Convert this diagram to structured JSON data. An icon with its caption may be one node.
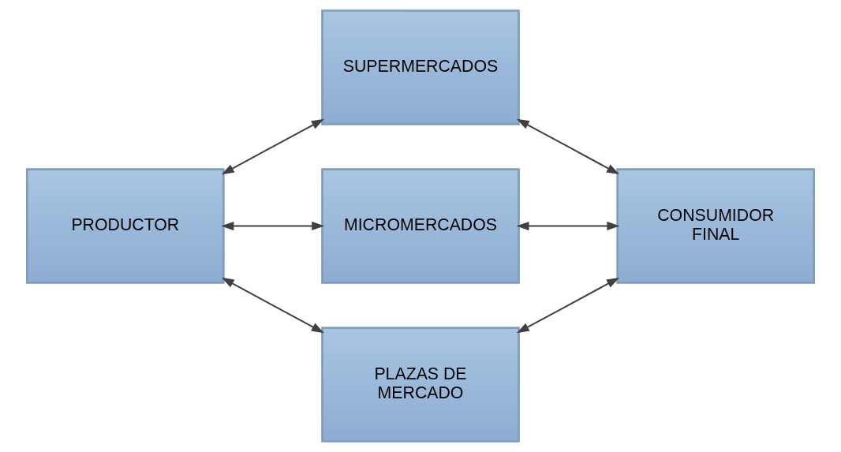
{
  "diagram": {
    "nodes": [
      {
        "text": [
          "SUPERMERCADOS"
        ]
      },
      {
        "text": [
          "PRODUCTOR"
        ]
      },
      {
        "text": [
          "MICROMERCADOS"
        ]
      },
      {
        "text": [
          "CONSUMIDOR FINAL"
        ]
      },
      {
        "text": [
          "PLAZAS DE MERCADO"
        ]
      }
    ],
    "edges": [
      {
        "from": 1,
        "to": 0,
        "arrow": "both"
      },
      {
        "from": 1,
        "to": 2,
        "arrow": "both"
      },
      {
        "from": 1,
        "to": 4,
        "arrow": "both"
      },
      {
        "from": 0,
        "to": 3,
        "arrow": "both"
      },
      {
        "from": 2,
        "to": 3,
        "arrow": "both"
      },
      {
        "from": 4,
        "to": 3,
        "arrow": "both"
      }
    ]
  }
}
